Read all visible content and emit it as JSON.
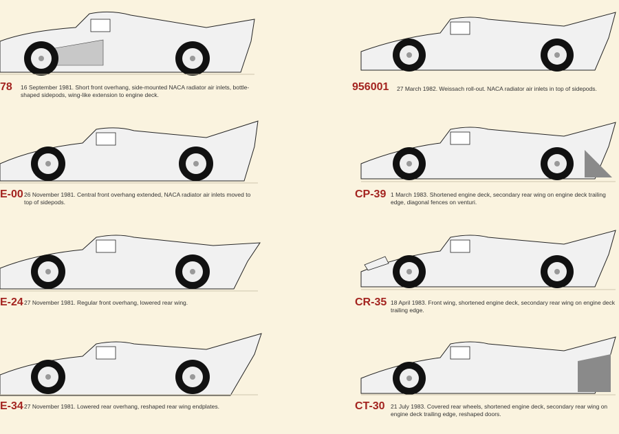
{
  "palette": {
    "background": "#faf3df",
    "code_color": "#a3231f",
    "body": "#f1f1f1",
    "outline": "#222222"
  },
  "cars": [
    {
      "code": "78",
      "text": "16 September 1981. Short front overhang, side-mounted NACA radiator air inlets, bottle-shaped sidepods, wing-like extension to engine deck."
    },
    {
      "code": "956001",
      "text": "27 March 1982. Weissach roll-out. NACA radiator air inlets in top of sidepods."
    },
    {
      "code": "E-00",
      "text": "26 November 1981. Central front overhang extended, NACA radiator air inlets moved to top of sidepods."
    },
    {
      "code": "CP-39",
      "text": "1 March 1983. Shortened engine deck, secondary rear wing on engine deck trailing edge, diagonal fences on venturi."
    },
    {
      "code": "E-24",
      "text": "27 November 1981. Regular front overhang, lowered rear wing."
    },
    {
      "code": "CR-35",
      "text": "18 April 1983. Front wing, shortened engine deck, secondary rear wing on engine deck trailing edge."
    },
    {
      "code": "E-34",
      "text": "27 November 1981. Lowered rear overhang, reshaped rear wing endplates."
    },
    {
      "code": "CT-30",
      "text": "21 July 1983. Covered rear wheels, shortened engine deck, secondary rear wing on engine deck trailing edge, reshaped doors."
    }
  ]
}
